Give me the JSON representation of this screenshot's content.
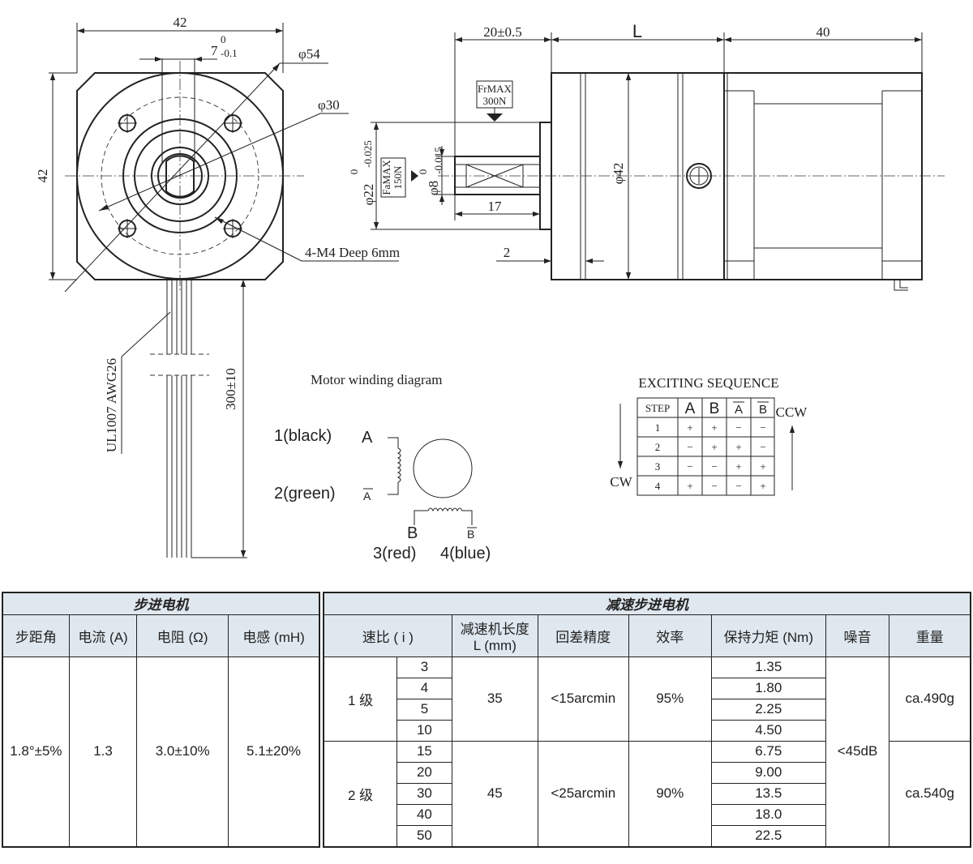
{
  "front_view": {
    "dim_width": "42",
    "dim_height": "42",
    "dim_flat_base": "7",
    "dim_flat_upper": "0",
    "dim_flat_lower": "-0.1",
    "dim_phi54": "φ54",
    "dim_phi30": "φ30",
    "holes_label": "4-M4 Deep 6mm",
    "wire_label": "UL1007  AWG26",
    "lead_length": "300±10"
  },
  "side_view": {
    "dim_shaft_length": "20±0.5",
    "dim_L": "L",
    "dim_motor_length": "40",
    "dim_pilot_base": "φ22",
    "dim_pilot_upper": "0",
    "dim_pilot_lower": "-0.025",
    "dim_shaft_base": "φ8",
    "dim_shaft_upper": "0",
    "dim_shaft_lower": "-0.015",
    "dim_key": "17",
    "dim_pilot_depth": "2",
    "dim_body": "φ42",
    "radial_load_line1": "FrMAX",
    "radial_load_line2": "300N",
    "axial_load_line1": "FaMAX",
    "axial_load_line2": "150N"
  },
  "winding": {
    "title": "Motor winding diagram",
    "label_1": "1(black)",
    "label_2": "2(green)",
    "coil_a": "A",
    "coil_a_bar": "A",
    "coil_b": "B",
    "coil_b_bar": "B",
    "label_3": "3(red)",
    "label_4": "4(blue)"
  },
  "sequence": {
    "title": "EXCITING SEQUENCE",
    "ccw": "CCW",
    "cw": "CW",
    "headers": [
      "STEP",
      "A",
      "B",
      "A",
      "B"
    ],
    "rows": [
      [
        "1",
        "+",
        "+",
        "−",
        "−"
      ],
      [
        "2",
        "−",
        "+",
        "+",
        "−"
      ],
      [
        "3",
        "−",
        "−",
        "+",
        "+"
      ],
      [
        "4",
        "+",
        "−",
        "−",
        "+"
      ]
    ]
  },
  "stepper_table": {
    "title": "步进电机",
    "headers": [
      "步距角",
      "电流 (A)",
      "电阻 (Ω)",
      "电感 (mH)"
    ],
    "values": [
      "1.8°±5%",
      "1.3",
      "3.0±10%",
      "5.1±20%"
    ]
  },
  "gear_table": {
    "title": "减速步进电机",
    "header_ratio": "速比 ( i )",
    "header_length_line1": "减速机长度",
    "header_length_line2": "L (mm)",
    "header_backlash": "回差精度",
    "header_efficiency": "效率",
    "header_torque": "保持力矩 (Nm)",
    "header_noise": "噪音",
    "header_weight": "重量",
    "noise": "<45dB",
    "stages": [
      {
        "stage": "1 级",
        "length": "35",
        "backlash": "<15arcmin",
        "efficiency": "95%",
        "weight": "ca.490g",
        "ratios": [
          "3",
          "4",
          "5",
          "10"
        ],
        "torques": [
          "1.35",
          "1.80",
          "2.25",
          "4.50"
        ]
      },
      {
        "stage": "2 级",
        "length": "45",
        "backlash": "<25arcmin",
        "efficiency": "90%",
        "weight": "ca.540g",
        "ratios": [
          "15",
          "20",
          "30",
          "40",
          "50"
        ],
        "torques": [
          "6.75",
          "9.00",
          "13.5",
          "18.0",
          "22.5"
        ]
      }
    ]
  }
}
